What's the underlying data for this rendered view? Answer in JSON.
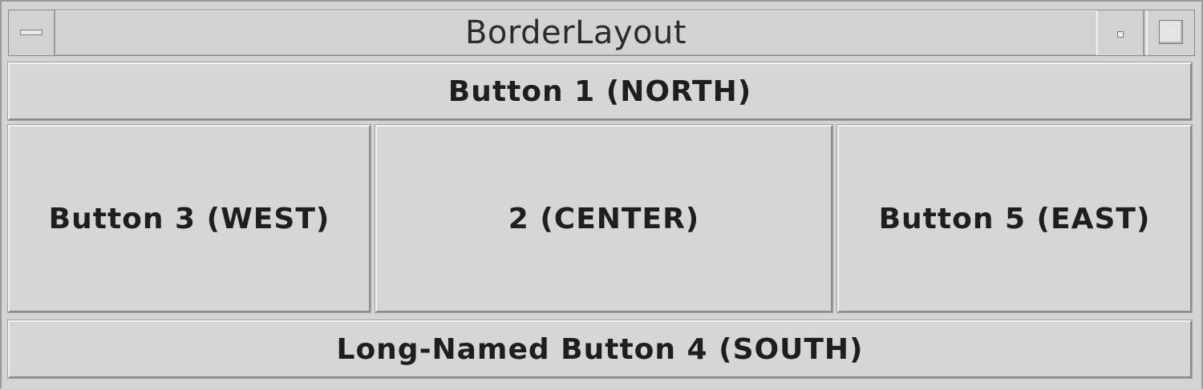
{
  "window": {
    "title": "BorderLayout"
  },
  "titlebar": {
    "menu_icon": "window-menu-icon",
    "minimize_icon": "minimize-icon",
    "maximize_icon": "maximize-icon"
  },
  "buttons": {
    "north": "Button 1 (NORTH)",
    "west": "Button 3 (WEST)",
    "center": "2 (CENTER)",
    "east": "Button 5 (EAST)",
    "south": "Long-Named Button 4 (SOUTH)"
  }
}
